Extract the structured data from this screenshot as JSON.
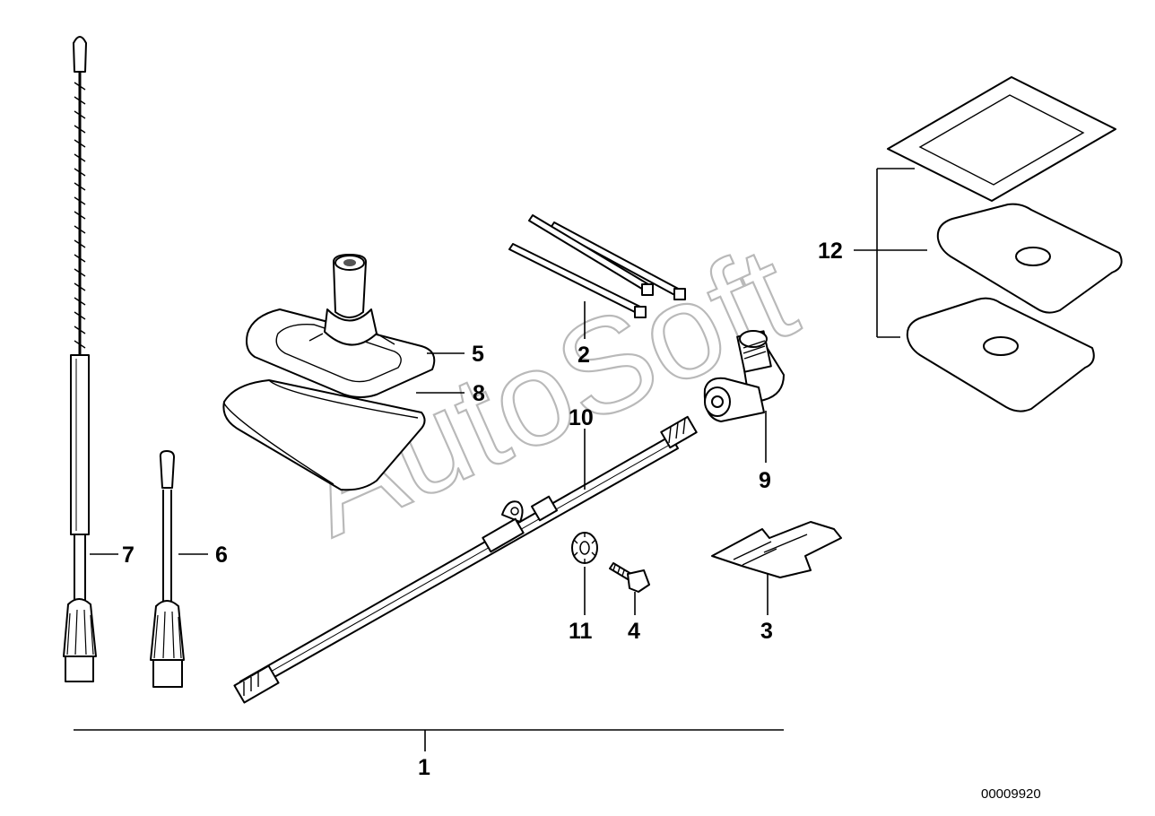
{
  "diagram": {
    "callouts": {
      "c1": "1",
      "c2": "2",
      "c3": "3",
      "c4": "4",
      "c5": "5",
      "c6": "6",
      "c7": "7",
      "c8": "8",
      "c9": "9",
      "c10": "10",
      "c11": "11",
      "c12": "12"
    },
    "document_number": "00009920",
    "watermark": "AutoSoft",
    "parts": {
      "antenna_mast_long": "antenna-icon",
      "antenna_mast_short": "antenna-icon",
      "gaiter_boot": "rubber-boot-icon",
      "foam_pad": "foam-pad-icon",
      "coax_cable": "cable-icon",
      "cable_ties": "cable-tie-icon",
      "angle_adapter": "angle-connector-icon",
      "mounting_bracket": "bracket-icon",
      "lock_washer": "washer-icon",
      "screw": "screw-icon",
      "seal_gaskets": "gasket-icon"
    }
  }
}
